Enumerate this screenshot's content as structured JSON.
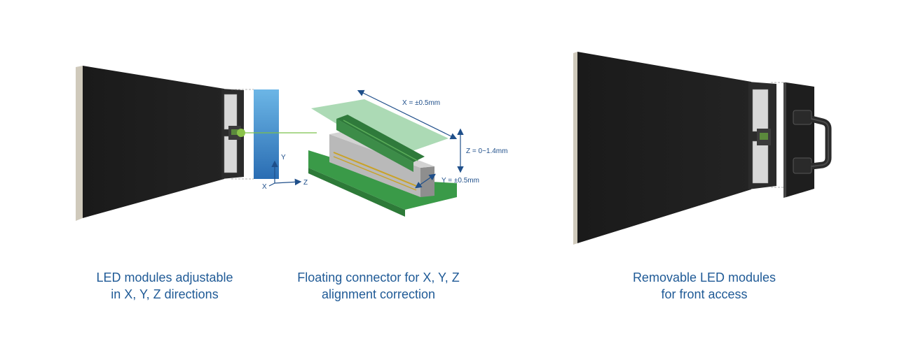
{
  "captions": {
    "left": {
      "line1": "LED modules adjustable",
      "line2": "in X, Y, Z directions"
    },
    "middle": {
      "line1": "Floating connector for X, Y, Z",
      "line2": "alignment correction"
    },
    "right": {
      "line1": "Removable LED modules",
      "line2": "for front access"
    }
  },
  "axes": {
    "x": "X",
    "y": "Y",
    "z": "Z"
  },
  "tolerances": {
    "x": "X = ±0.5mm",
    "y": "Y = ±0.5mm",
    "z": "Z = 0~1.4mm"
  },
  "colors": {
    "caption": "#1f5a96",
    "arrow": "#1f4f8a",
    "pcb": "#3a9a48",
    "module_panel": "#1c1c1c",
    "highlight_green": "#8bc34a"
  }
}
